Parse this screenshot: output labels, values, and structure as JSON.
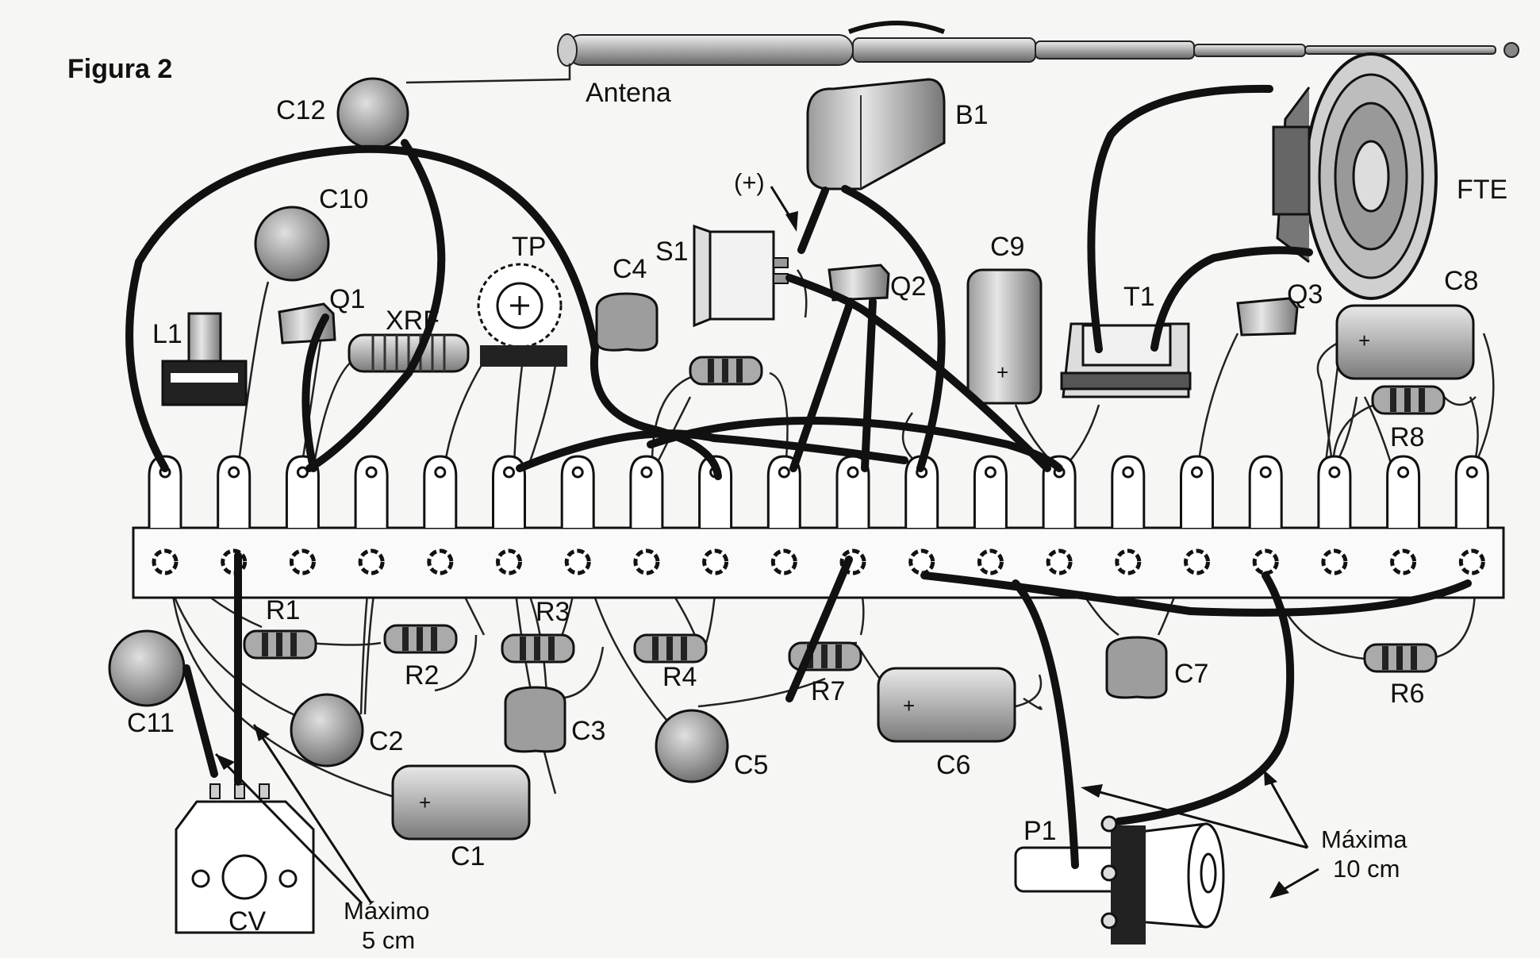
{
  "figure_title": "Figura 2",
  "labels": {
    "antenna": "Antena",
    "battery": "B1",
    "battery_plus": "(+)",
    "speaker": "FTE",
    "c1": "C1",
    "c2": "C2",
    "c3": "C3",
    "c4": "C4",
    "c5": "C5",
    "c6": "C6",
    "c7": "C7",
    "c8": "C8",
    "c9": "C9",
    "c10": "C10",
    "c11": "C11",
    "c12": "C12",
    "l1": "L1",
    "q1": "Q1",
    "q2": "Q2",
    "q3": "Q3",
    "xrf": "XRF",
    "tp": "TP",
    "s1": "S1",
    "t1": "T1",
    "r1": "R1",
    "r2": "R2",
    "r3": "R3",
    "r4": "R4",
    "r6": "R6",
    "r7": "R7",
    "r8": "R8",
    "p1": "P1",
    "cv": "CV",
    "max5_line1": "Máximo",
    "max5_line2": "5 cm",
    "max10_line1": "Máxima",
    "max10_line2": "10 cm"
  },
  "terminal_strip": {
    "lugs": 20
  }
}
